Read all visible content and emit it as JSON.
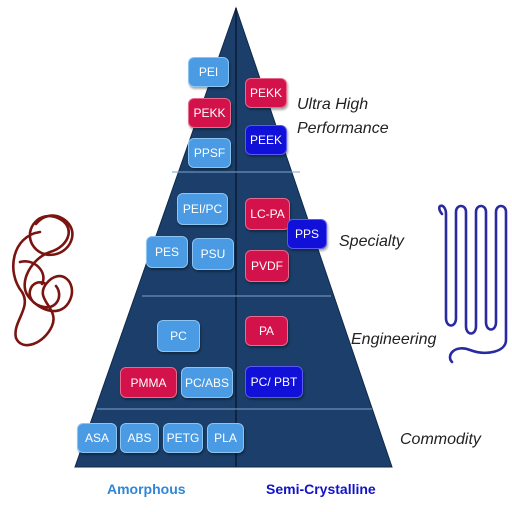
{
  "tiers": {
    "ultra_high_line1": "Ultra High",
    "ultra_high_line2": "Performance",
    "specialty": "Specialty",
    "engineering": "Engineering",
    "commodity": "Commodity"
  },
  "bottom_labels": {
    "amorphous": "Amorphous",
    "semi_crystalline": "Semi-Crystalline"
  },
  "colors": {
    "pyramid": "#1b3f6a",
    "amorphous_pill": "#4a9be3",
    "semi_crystalline_pill": "#d3124b",
    "semi_crystalline_alt_pill": "#1010d8",
    "amorphous_text": "#2f86d6",
    "semi_crystalline_text": "#1212c8",
    "amorphous_chain": "#7a1410",
    "semi_crystalline_chain": "#2a2aa0"
  },
  "materials": {
    "pei": "PEI",
    "pekk_amorphous": "PEKK",
    "ppsf": "PPSF",
    "pekk_semi": "PEKK",
    "peek": "PEEK",
    "pei_pc": "PEI/PC",
    "pes": "PES",
    "psu": "PSU",
    "lc_pa": "LC-PA",
    "pps": "PPS",
    "pvdf": "PVDF",
    "pc": "PC",
    "pmma": "PMMA",
    "pc_abs": "PC/ABS",
    "pa": "PA",
    "pc_pbt": "PC/ PBT",
    "asa": "ASA",
    "abs": "ABS",
    "petg": "PETG",
    "pla": "PLA"
  }
}
